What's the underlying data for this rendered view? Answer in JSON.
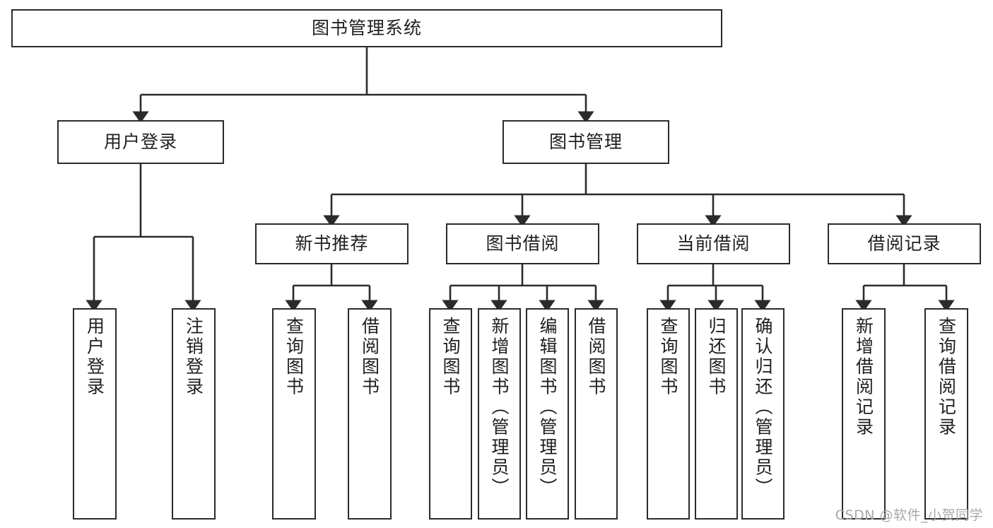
{
  "diagram": {
    "type": "tree-hierarchy",
    "title": "图书管理系统",
    "orientation": "top-down",
    "colors": {
      "box_stroke": "#2b2b2b",
      "box_fill": "#ffffff",
      "connector": "#2b2b2b",
      "text": "#1f1f1f",
      "watermark": "#a8a8a8",
      "background": "#ffffff"
    },
    "root": {
      "label": "图书管理系统"
    },
    "level2": [
      {
        "label": "用户登录"
      },
      {
        "label": "图书管理"
      }
    ],
    "level3": [
      {
        "label": "新书推荐"
      },
      {
        "label": "图书借阅"
      },
      {
        "label": "当前借阅"
      },
      {
        "label": "借阅记录"
      }
    ],
    "leaves": {
      "user_login": [
        {
          "label": "用户登录"
        },
        {
          "label": "注销登录"
        }
      ],
      "new_book": [
        {
          "label": "查询图书"
        },
        {
          "label": "借阅图书"
        }
      ],
      "book_borrow": [
        {
          "label": "查询图书"
        },
        {
          "label": "新增图书（管理员）"
        },
        {
          "label": "编辑图书（管理员）"
        },
        {
          "label": "借阅图书"
        }
      ],
      "current_borrow": [
        {
          "label": "查询图书"
        },
        {
          "label": "归还图书"
        },
        {
          "label": "确认归还（管理员）"
        }
      ],
      "borrow_record": [
        {
          "label": "新增借阅记录"
        },
        {
          "label": "查询借阅记录"
        }
      ]
    }
  },
  "watermark": {
    "text": "CSDN @软件_小贺同学"
  }
}
